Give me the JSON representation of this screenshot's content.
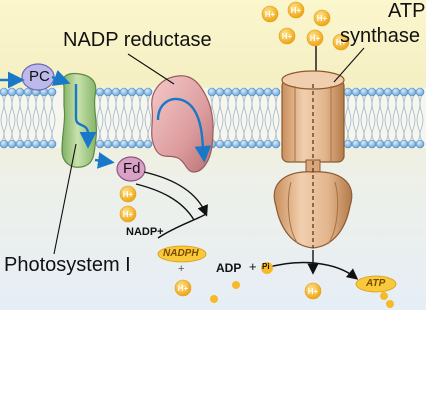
{
  "labels": {
    "nadp_reductase": "NADP reductase",
    "atp_synthase_line1": "ATP",
    "atp_synthase_line2": "synthase",
    "photosystem": "Photosystem I",
    "pc": "PC",
    "fd": "Fd",
    "nadp_plus": "NADP+",
    "nadph": "NADPH",
    "plus_1": "+",
    "adp": "ADP",
    "plus_2": "+",
    "pi": "Pi",
    "atp": "ATP",
    "h_plus": "H+"
  },
  "colors": {
    "membrane_heads": "#7fb0de",
    "photosystem": "#a9cf8a",
    "reductase": "#e6a9aa",
    "synthase": "#e2b58c",
    "pc": "#b9b6e6",
    "fd": "#d9a0c8",
    "h_plus": "#f6b928",
    "arrow_blue": "#1a78c8"
  }
}
